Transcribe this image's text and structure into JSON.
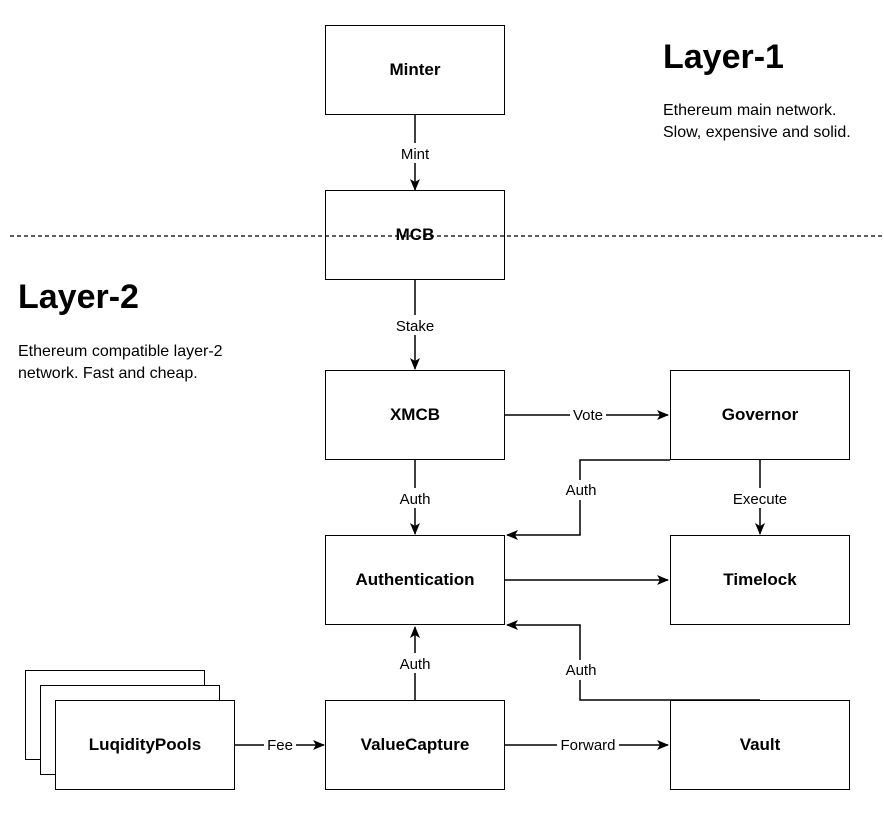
{
  "layers": {
    "layer1": {
      "title": "Layer-1",
      "description_lines": [
        "Ethereum main network.",
        "Slow, expensive and solid."
      ]
    },
    "layer2": {
      "title": "Layer-2",
      "description_lines": [
        "Ethereum compatible layer-2",
        "network. Fast and cheap."
      ]
    }
  },
  "nodes": {
    "minter": "Minter",
    "mcb": "MCB",
    "xmcb": "XMCB",
    "governor": "Governor",
    "authentication": "Authentication",
    "timelock": "Timelock",
    "liquidity_pools": "LuqidityPools",
    "value_capture": "ValueCapture",
    "vault": "Vault"
  },
  "edges": {
    "minter_to_mcb": "Mint",
    "mcb_to_xmcb": "Stake",
    "xmcb_to_governor": "Vote",
    "xmcb_to_authentication": "Auth",
    "governor_to_authentication": "Auth",
    "governor_to_timelock": "Execute",
    "value_capture_to_authentication": "Auth",
    "vault_to_authentication": "Auth",
    "liquidity_pools_to_value_capture": "Fee",
    "value_capture_to_vault": "Forward"
  }
}
